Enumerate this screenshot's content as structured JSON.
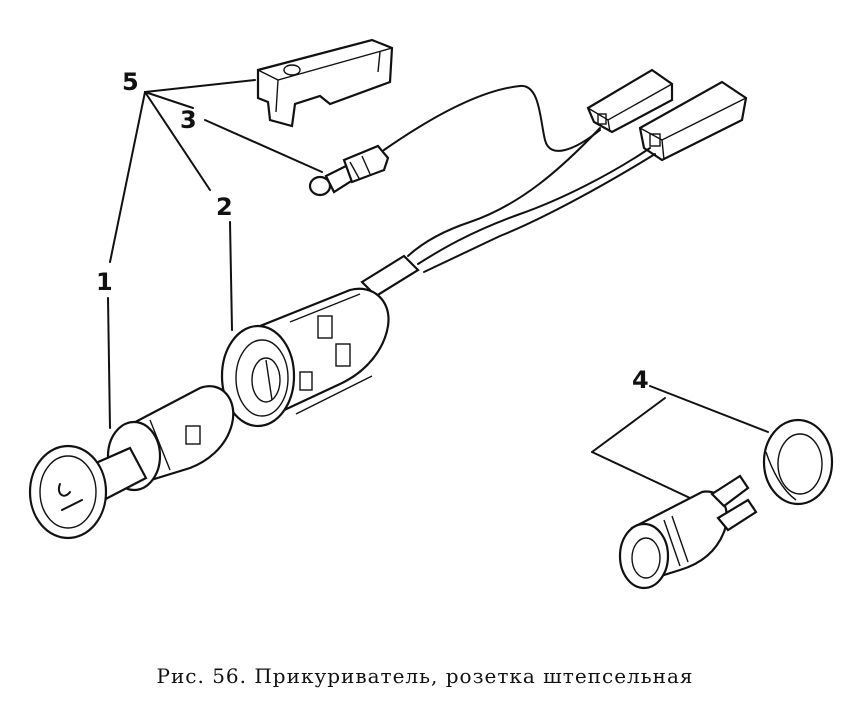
{
  "callouts": {
    "c1": "1",
    "c2": "2",
    "c3": "3",
    "c4": "4",
    "c5": "5"
  },
  "caption": "Рис. 56. Прикуриватель, розетка штепсельная",
  "ink_color": "#111111"
}
